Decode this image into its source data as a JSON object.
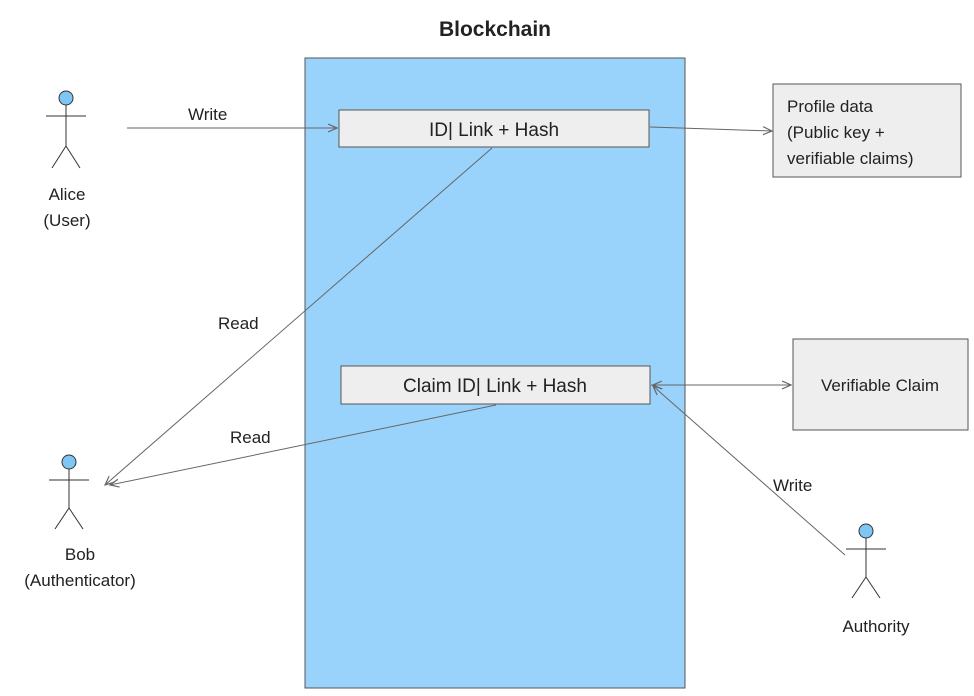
{
  "diagram": {
    "title": "Blockchain",
    "colors": {
      "chain_fill": "#99d3fb",
      "chain_stroke": "#555555",
      "box_fill": "#eeeeee",
      "box_stroke": "#555555",
      "arrow": "#666666",
      "actor_head": "#7fc6f5"
    },
    "records": {
      "id_record": "ID| Link + Hash",
      "claim_record": "Claim ID| Link + Hash"
    },
    "side_boxes": {
      "profile_data": [
        "Profile data",
        "(Public key +",
        "verifiable claims)"
      ],
      "verifiable_claim": "Verifiable Claim"
    },
    "actors": {
      "alice": [
        "Alice",
        "(User)"
      ],
      "bob": [
        "Bob",
        "(Authenticator)"
      ],
      "authority": [
        "Authority"
      ]
    },
    "edges": {
      "alice_write": "Write",
      "bob_read_id": "Read",
      "bob_read_claim": "Read",
      "authority_write": "Write"
    },
    "icons": {
      "actor": "stick-figure-icon",
      "arrowhead": "arrowhead-icon"
    }
  }
}
